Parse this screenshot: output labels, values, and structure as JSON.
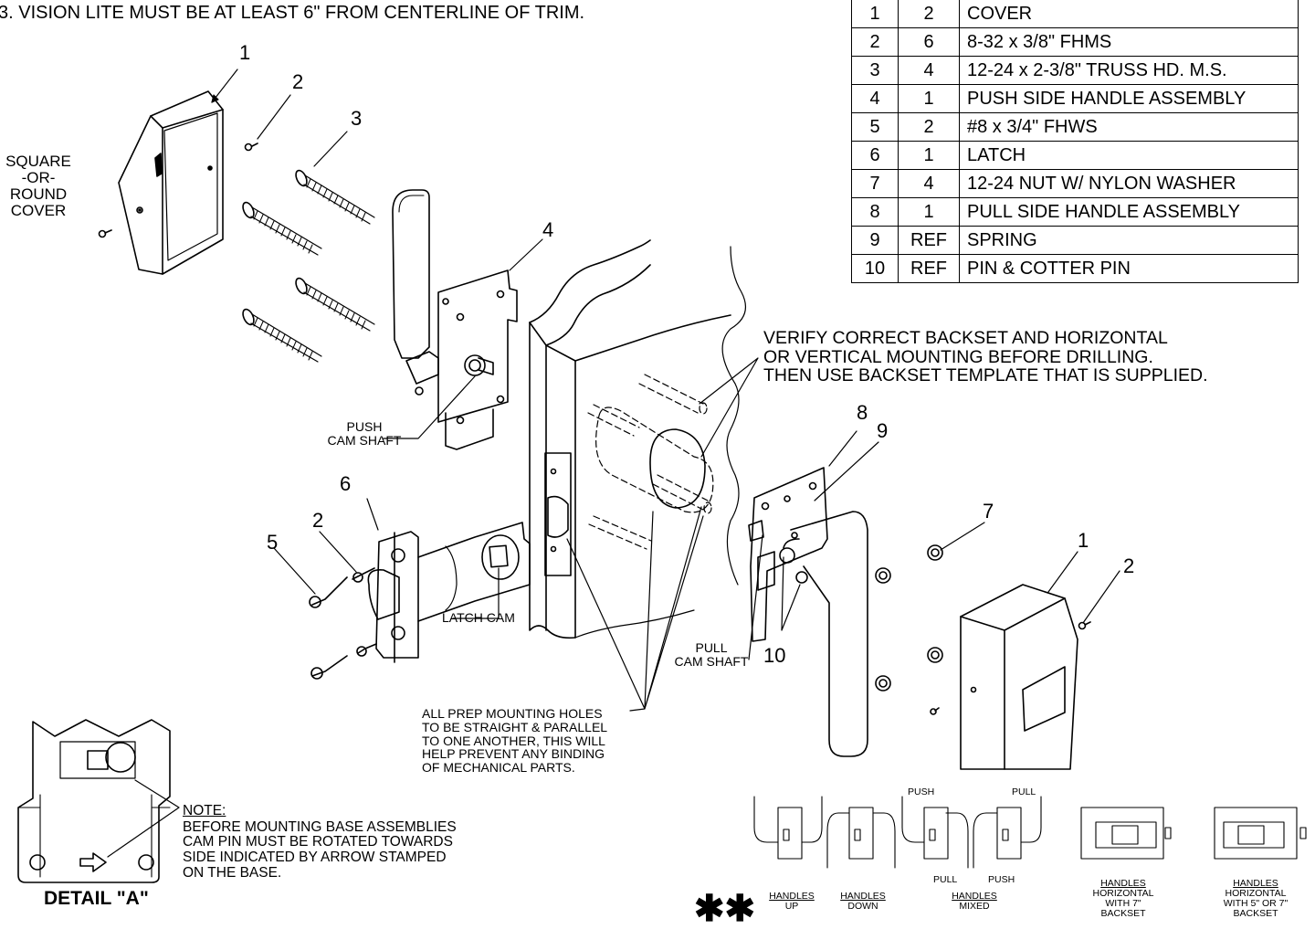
{
  "header_note": "3. VISION LITE MUST BE AT LEAST 6\" FROM CENTERLINE OF TRIM.",
  "parts_table": [
    {
      "item": "1",
      "qty": "2",
      "desc": "COVER"
    },
    {
      "item": "2",
      "qty": "6",
      "desc": "8-32 x 3/8\" FHMS"
    },
    {
      "item": "3",
      "qty": "4",
      "desc": "12-24 x 2-3/8\" TRUSS HD. M.S."
    },
    {
      "item": "4",
      "qty": "1",
      "desc": "PUSH SIDE HANDLE ASSEMBLY"
    },
    {
      "item": "5",
      "qty": "2",
      "desc": "#8 x 3/4\" FHWS"
    },
    {
      "item": "6",
      "qty": "1",
      "desc": "LATCH"
    },
    {
      "item": "7",
      "qty": "4",
      "desc": "12-24 NUT W/ NYLON WASHER"
    },
    {
      "item": "8",
      "qty": "1",
      "desc": "PULL SIDE HANDLE ASSEMBLY"
    },
    {
      "item": "9",
      "qty": "REF",
      "desc": "SPRING"
    },
    {
      "item": "10",
      "qty": "REF",
      "desc": "PIN & COTTER PIN"
    }
  ],
  "labels": {
    "cover_type": [
      "SQUARE",
      "-OR-",
      "ROUND",
      "COVER"
    ],
    "push_cam_shaft": [
      "PUSH",
      "CAM SHAFT"
    ],
    "latch_cam": "LATCH CAM",
    "pull_cam_shaft": [
      "PULL",
      "CAM SHAFT"
    ],
    "verify_note": [
      "VERIFY CORRECT BACKSET AND HORIZONTAL",
      "OR VERTICAL MOUNTING BEFORE DRILLING.",
      "THEN USE BACKSET TEMPLATE THAT IS SUPPLIED."
    ],
    "prep_note": [
      "ALL PREP MOUNTING HOLES",
      "TO BE STRAIGHT & PARALLEL",
      "TO ONE ANOTHER, THIS WILL",
      "HELP PREVENT ANY BINDING",
      "OF MECHANICAL PARTS."
    ],
    "note_title": "NOTE:",
    "note_body": [
      "BEFORE MOUNTING BASE ASSEMBLIES",
      "CAM PIN MUST BE ROTATED TOWARDS",
      "SIDE INDICATED BY ARROW STAMPED",
      "ON THE BASE."
    ],
    "detail_title": "DETAIL \"A\""
  },
  "callouts": {
    "c1_top": "1",
    "c2_top": "2",
    "c3": "3",
    "c4": "4",
    "c6": "6",
    "c2_mid": "2",
    "c5": "5",
    "c8": "8",
    "c9": "9",
    "c7": "7",
    "c1_right": "1",
    "c2_right": "2",
    "c10": "10"
  },
  "handle_configs": {
    "stars": "✱✱",
    "up": "HANDLES",
    "up_sub": "UP",
    "down": "HANDLES",
    "down_sub": "DOWN",
    "mixed": "HANDLES",
    "mixed_sub": "MIXED",
    "push_a": "PUSH",
    "pull_a": "PULL",
    "pull_b": "PULL",
    "push_b": "PUSH",
    "horiz7": "HANDLES",
    "horiz7_sub": [
      "HORIZONTAL",
      "WITH 7\"",
      "BACKSET"
    ],
    "horiz5": "HANDLES",
    "horiz5_sub": [
      "HORIZONTAL",
      "WITH 5\" OR 7\"",
      "BACKSET"
    ]
  }
}
